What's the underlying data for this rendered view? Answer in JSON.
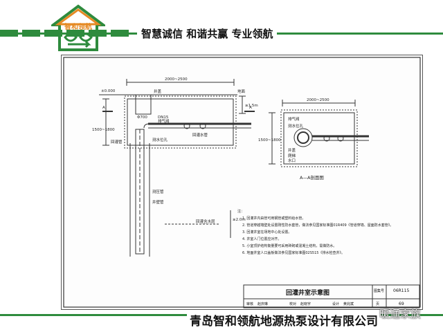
{
  "header": {
    "logo_text": "智和领航",
    "slogan": "智慧诚信 和谐共赢 专业领航"
  },
  "drawing": {
    "left_section": {
      "dim_width": "2000~2500",
      "ground_elev": "±0.000",
      "ground_label": "地面",
      "cover_label": "井盖",
      "dim_depth_top": "≥1.5m",
      "dim_height": "1500~1800",
      "dim_pipe": "Φ700",
      "valve_dn": "DN15",
      "vent_label": "排气阀",
      "pipe_label1": "回灌管",
      "pipe_label2": "测水位孔",
      "pipe_label3": "测压管",
      "pipe_label4": "井壁管",
      "return_label": "回灌水管",
      "aquifer_label": "回灌含水层",
      "dim_below": "≥2.0m",
      "section_mark": "A"
    },
    "right_section": {
      "dim_width": "2000~2500",
      "dim_height": "1500~1800",
      "label_a": "排气阀",
      "label_b": "测水位孔",
      "label_c": "井盖",
      "label_d": "爬梯",
      "label_e": "水口",
      "caption": "A—A剖面图"
    },
    "notes": {
      "title": "注：",
      "items": [
        "1. 回灌井内由管可用钢管或塑料给水管。",
        "2. 管道穿越墙壁处设置刚性防水套管，做法参见国家标准图01R409《管道穿墙、屋面防水套管》。",
        "3. 回灌井室在场地中心处设置。",
        "4. 井室人门位置应对齐。",
        "5. 小室顶护结构衡量要可采用砖砌或混凝土结构，需做防水。",
        "6. 地面井室人口盖板做法参见国家标准图02S515《排水检查井》。"
      ]
    },
    "title_block": {
      "title": "回灌井室示意图",
      "atlas_label": "图集号",
      "atlas_no": "06R115",
      "page_label": "页",
      "page_no": "69",
      "row_labels": [
        "审核",
        "赵庆琳",
        "校对",
        "赵晓宇",
        "设计",
        "黄兆斌"
      ]
    }
  },
  "footer": {
    "company": "青岛智和领航地源热泵设计有限公司",
    "watermark": "暖通家族"
  },
  "colors": {
    "brand_green": "#2e8b3d",
    "logo_orange": "#e58a24"
  }
}
